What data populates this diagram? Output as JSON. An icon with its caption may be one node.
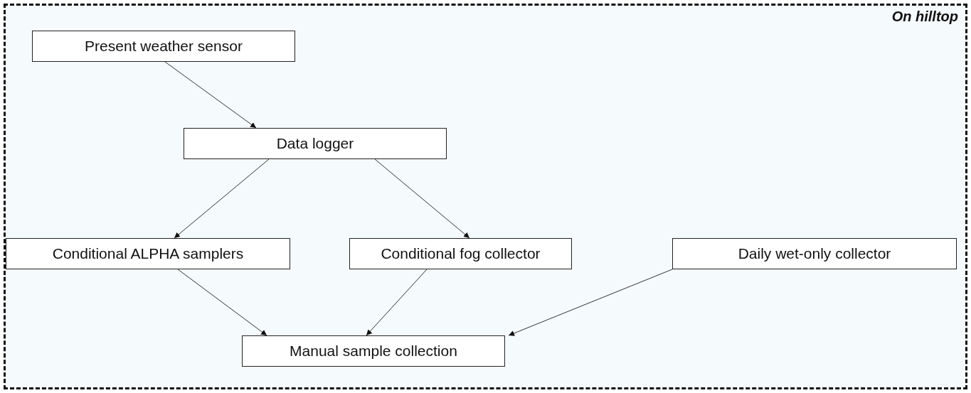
{
  "diagram": {
    "nodes": [
      {
        "text": [
          "On hilltop"
        ]
      },
      {
        "text": [
          "Present weather sensor"
        ],
        "in": 0
      },
      {
        "text": [
          "Data logger"
        ],
        "in": 0
      },
      {
        "text": [
          "Conditional ALPHA samplers"
        ],
        "in": 0
      },
      {
        "text": [
          "Conditional fog collector"
        ],
        "in": 0
      },
      {
        "text": [
          "Daily wet-only collector"
        ],
        "in": 0
      },
      {
        "text": [
          "Manual sample collection"
        ],
        "in": 0
      }
    ],
    "edges": [
      {
        "from": 1,
        "to": 2,
        "arrow": "to"
      },
      {
        "from": 2,
        "to": 3,
        "arrow": "to"
      },
      {
        "from": 2,
        "to": 4,
        "arrow": "to"
      },
      {
        "from": 3,
        "to": 6,
        "arrow": "to"
      },
      {
        "from": 4,
        "to": 6,
        "arrow": "to"
      },
      {
        "from": 5,
        "to": 6,
        "arrow": "to"
      }
    ]
  }
}
